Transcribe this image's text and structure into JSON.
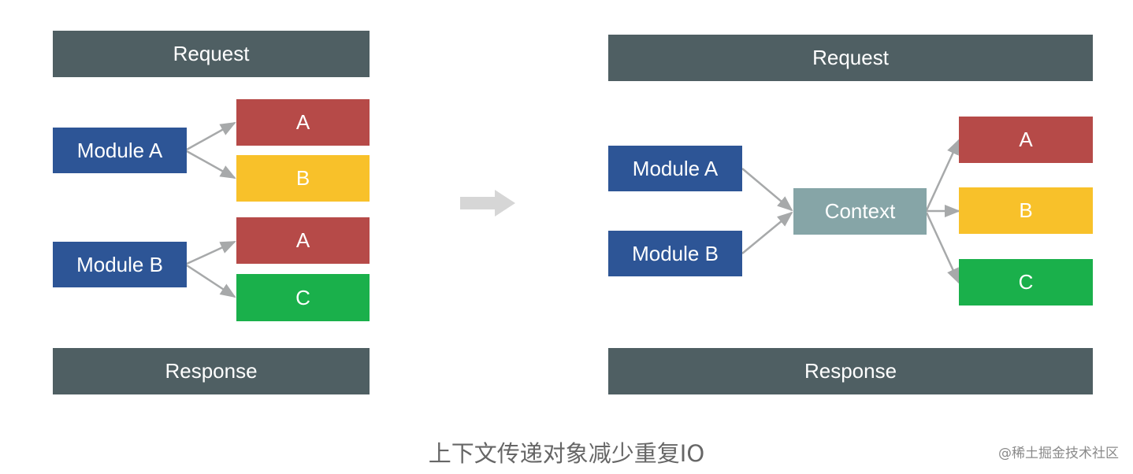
{
  "left_diagram": {
    "request": "Request",
    "response": "Response",
    "module_a": {
      "label": "Module A",
      "outputs": [
        "A",
        "B"
      ]
    },
    "module_b": {
      "label": "Module B",
      "outputs": [
        "A",
        "C"
      ]
    }
  },
  "right_diagram": {
    "request": "Request",
    "response": "Response",
    "modules": [
      "Module A",
      "Module B"
    ],
    "context": "Context",
    "outputs": [
      "A",
      "B",
      "C"
    ]
  },
  "caption": "上下文传递对象减少重复IO",
  "watermark": "@稀土掘金技术社区",
  "colors": {
    "bar": "#4f5f63",
    "module": "#2d5596",
    "a": "#b64a48",
    "b": "#f8c12a",
    "c": "#1ab04b",
    "context": "#86a5a7",
    "connector": "#a7a9aa",
    "transition_arrow": "#d6d6d6"
  }
}
